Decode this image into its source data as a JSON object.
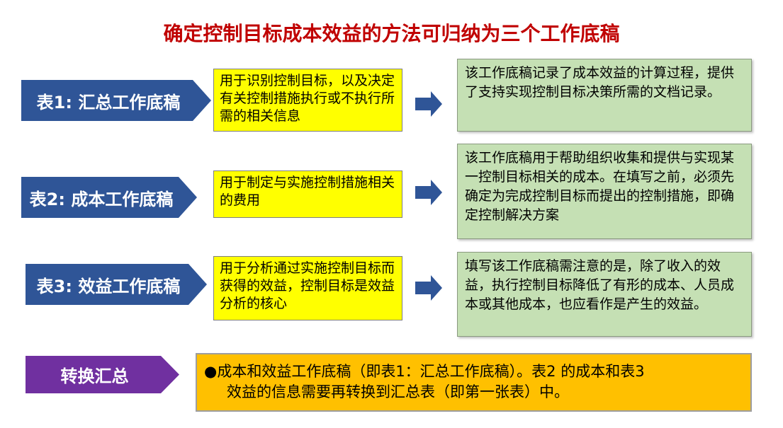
{
  "title": "确定控制目标成本效益的方法可归纳为三个工作底稿",
  "rows": [
    {
      "label": "表1: 汇总工作底稿",
      "purpose": "用于识别控制目标，以及决定有关控制措施执行或不执行所需的相关信息",
      "description": "该工作底稿记录了成本效益的计算过程，提供了支持实现控制目标决策所需的文档记录。"
    },
    {
      "label": "表2: 成本工作底稿",
      "purpose": "用于制定与实施控制措施相关的费用",
      "description": "该工作底稿用于帮助组织收集和提供与实现某一控制目标相关的成本。在填写之前，必须先确定为完成控制目标而提出的控制措施，即确定控制解决方案"
    },
    {
      "label": "表3: 效益工作底稿",
      "purpose": "用于分析通过实施控制目标而获得的效益，控制目标是效益分析的核心",
      "description": "填写该工作底稿需注意的是，除了收入的效益，执行控制目标降低了有形的成本、人员成本或其他成本，也应看作是产生的效益。"
    }
  ],
  "conversion": {
    "label": "转换汇总",
    "text_line1": "●成本和效益工作底稿（即表1：汇总工作底稿）。表2 的成本和表3",
    "text_line2": "效益的信息需要再转换到汇总表（即第一张表）中。"
  },
  "colors": {
    "title": "#c00000",
    "label_blue": "#2f5597",
    "label_purple": "#7030a0",
    "purpose_box": "#ffff00",
    "description_box": "#c5e0b4",
    "conversion_box": "#ffc000",
    "arrow": "#2f5597"
  }
}
